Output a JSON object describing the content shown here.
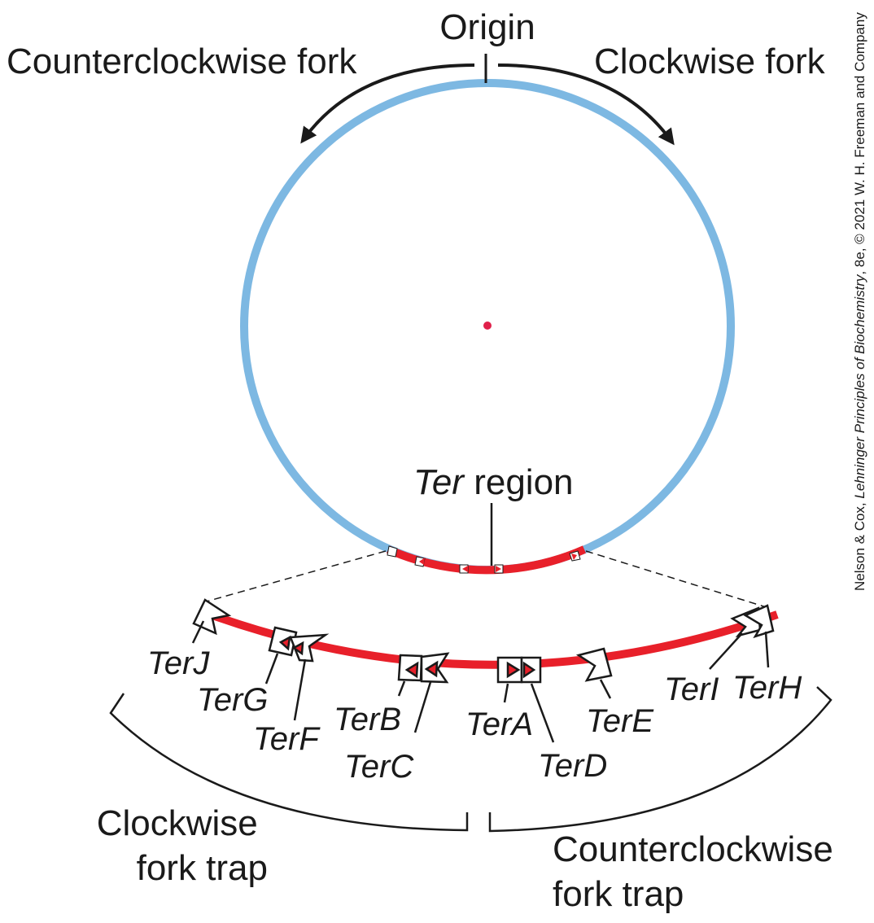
{
  "labels": {
    "origin": "Origin",
    "counterclockwise_fork": "Counterclockwise fork",
    "clockwise_fork": "Clockwise fork",
    "ter_region_italic": "Ter",
    "ter_region_rest": " region",
    "clockwise_trap_line1": "Clockwise",
    "clockwise_trap_line2": "fork trap",
    "counterclockwise_trap_line1": "Counterclockwise",
    "counterclockwise_trap_line2": "fork trap"
  },
  "ter_sites": [
    "TerJ",
    "TerG",
    "TerF",
    "TerB",
    "TerC",
    "TerA",
    "TerD",
    "TerE",
    "TerI",
    "TerH"
  ],
  "credit": {
    "authors": "Nelson & Cox, ",
    "book": "Lehninger Principles of Biochemistry",
    "rest": ", 8e, © 2021 W. H. Freeman and Company"
  },
  "colors": {
    "chromosome": "#7db8e2",
    "ter_region": "#e8202a",
    "center_dot": "#e0204a",
    "ink": "#1a1a1a"
  }
}
